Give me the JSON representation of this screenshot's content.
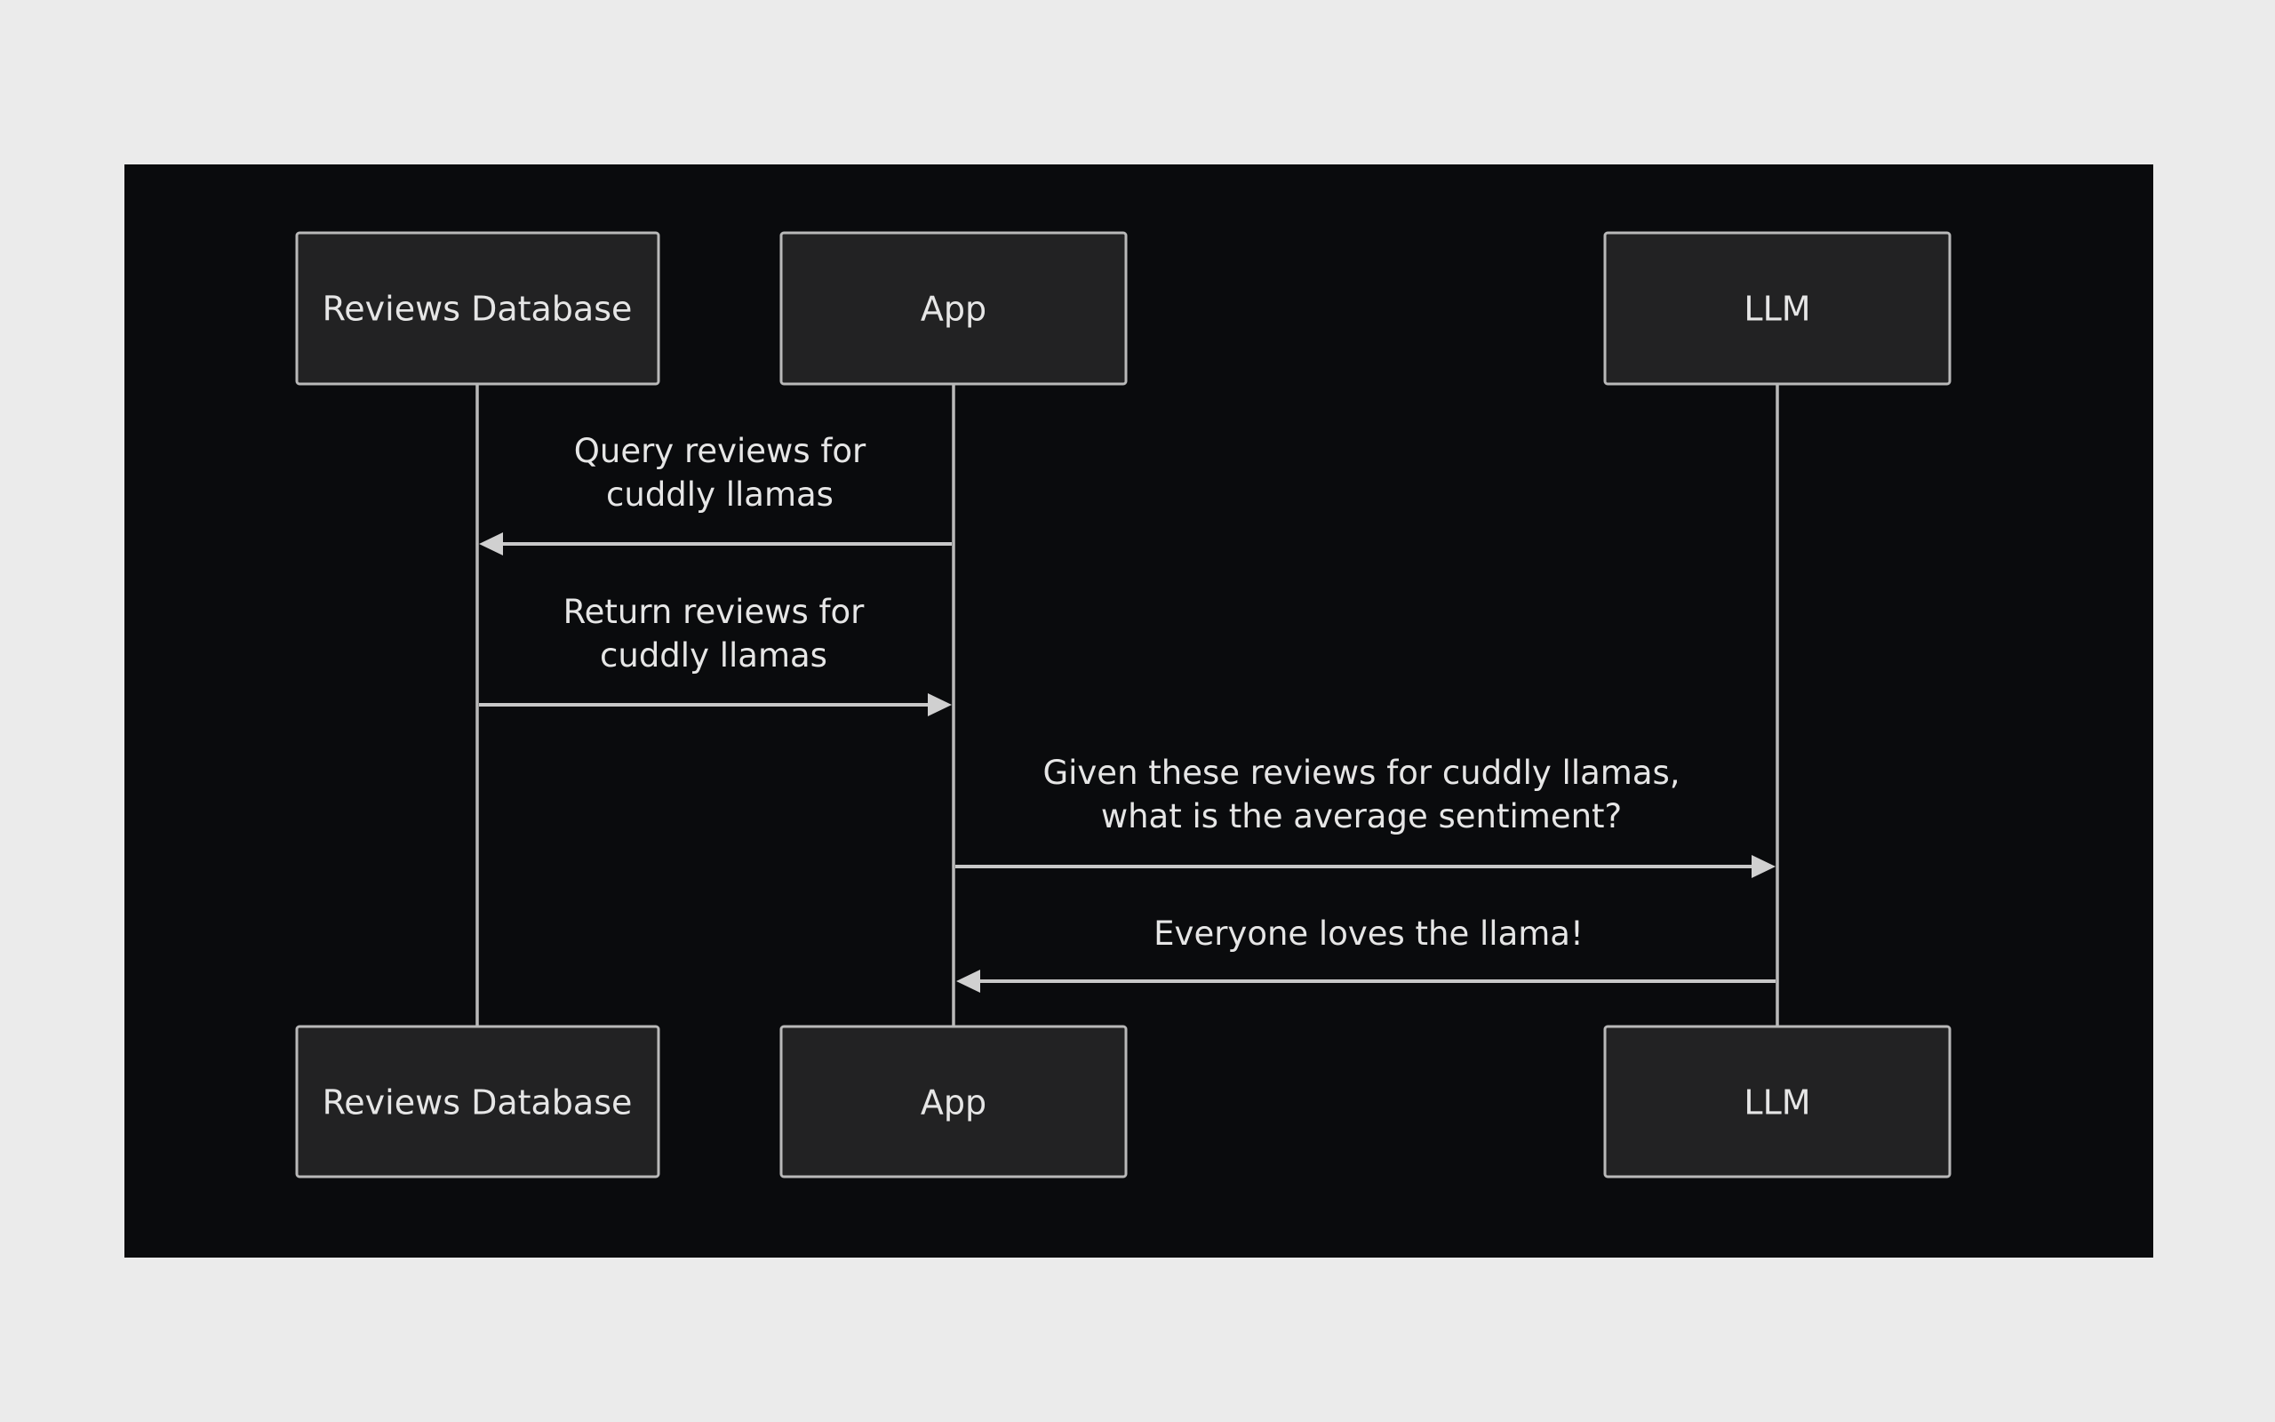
{
  "actors": [
    {
      "id": "db",
      "label": "Reviews Database"
    },
    {
      "id": "app",
      "label": "App"
    },
    {
      "id": "llm",
      "label": "LLM"
    }
  ],
  "messages": [
    {
      "from": "app",
      "to": "db",
      "lines": [
        "Query reviews for",
        "cuddly llamas"
      ]
    },
    {
      "from": "db",
      "to": "app",
      "lines": [
        "Return reviews for",
        "cuddly llamas"
      ]
    },
    {
      "from": "app",
      "to": "llm",
      "lines": [
        "Given these reviews for cuddly llamas,",
        "what is the average sentiment?"
      ]
    },
    {
      "from": "llm",
      "to": "app",
      "lines": [
        "Everyone loves the llama!"
      ]
    }
  ],
  "colors": {
    "page_background": "#ebebeb",
    "diagram_background": "#0a0b0d",
    "actor_fill": "#222223",
    "stroke": "#b9b9b9",
    "text": "#e6e6e6"
  }
}
